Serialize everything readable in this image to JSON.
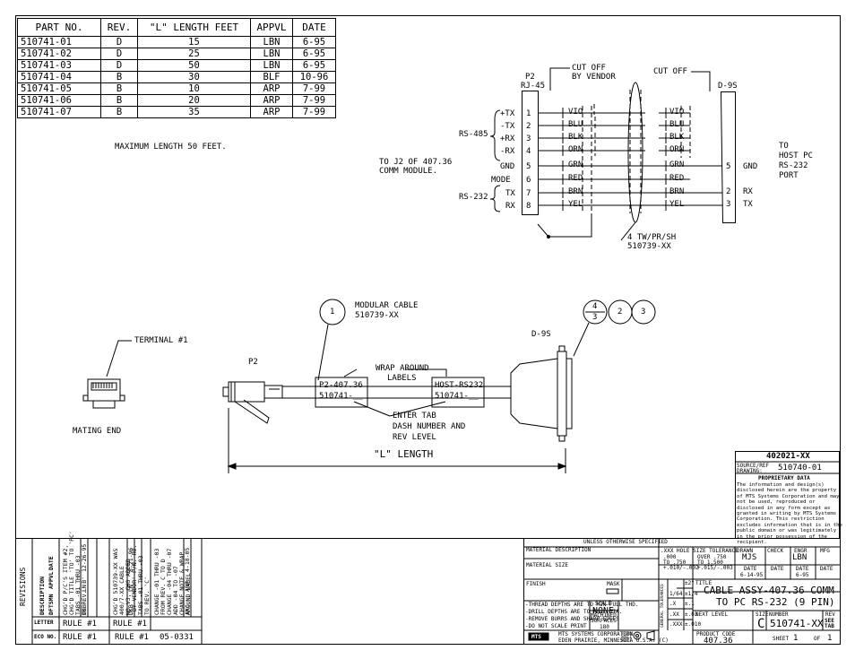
{
  "part_table": {
    "headers": [
      "PART NO.",
      "REV.",
      "\"L\" LENGTH FEET",
      "APPVL",
      "DATE"
    ],
    "rows": [
      [
        "510741-01",
        "D",
        "15",
        "LBN",
        "6-95"
      ],
      [
        "510741-02",
        "D",
        "25",
        "LBN",
        "6-95"
      ],
      [
        "510741-03",
        "D",
        "50",
        "LBN",
        "6-95"
      ],
      [
        "510741-04",
        "B",
        "30",
        "BLF",
        "10-96"
      ],
      [
        "510741-05",
        "B",
        "10",
        "ARP",
        "7-99"
      ],
      [
        "510741-06",
        "B",
        "20",
        "ARP",
        "7-99"
      ],
      [
        "510741-07",
        "B",
        "35",
        "ARP",
        "7-99"
      ]
    ]
  },
  "notes": {
    "max_length": "MAXIMUM LENGTH 50 FEET.",
    "to_j2_line1": "TO J2 OF 407.36",
    "to_j2_line2": "COMM MODULE."
  },
  "schematic": {
    "p2_label": "P2",
    "p2_type": "RJ-45",
    "cut_off_vendor_1": "CUT OFF",
    "cut_off_vendor_2": "BY VENDOR",
    "cut_off": "CUT OFF",
    "d9s_label": "D-9S",
    "rs485": "RS-485",
    "rs232": "RS-232",
    "left_signals": [
      "+TX",
      "-TX",
      "+RX",
      "-RX",
      "GND",
      "MODE",
      "TX",
      "RX"
    ],
    "pins": [
      "1",
      "2",
      "3",
      "4",
      "5",
      "6",
      "7",
      "8"
    ],
    "wire_colors": [
      "VIO",
      "BLU",
      "BLK",
      "ORN",
      "GRN",
      "RED",
      "BRN",
      "YEL"
    ],
    "d9_pins": [
      "5",
      "2",
      "3"
    ],
    "d9_signals": [
      "GND",
      "RX",
      "TX"
    ],
    "to_host": [
      "TO",
      "HOST PC",
      "RS-232",
      "PORT"
    ],
    "cable_note_1": "4 TW/PR/SH",
    "cable_note_2": "510739-XX"
  },
  "assembly": {
    "bubble_1": "1",
    "modular_cable_1": "MODULAR CABLE",
    "modular_cable_2": "510739-XX",
    "terminal_label": "TERMINAL #1",
    "mating_end": "MATING END",
    "p2_label": "P2",
    "wrap_around_1": "WRAP AROUND",
    "wrap_around_2": "LABELS",
    "label_left_1": "P2-407.36",
    "label_left_2": "510741-__",
    "label_right_1": "HOST-RS232",
    "label_right_2": "510741-__",
    "enter_tab_1": "ENTER TAB",
    "enter_tab_2": "DASH NUMBER AND",
    "enter_tab_3": "REV LEVEL",
    "length_label": "\"L\" LENGTH",
    "d9s_label": "D-9S",
    "bubble_4": "4",
    "bubble_3_small": "3",
    "bubble_2": "2",
    "bubble_3": "3"
  },
  "revisions": {
    "title": "REVISIONS",
    "columns": [
      "LETTER",
      "ECO NO.",
      "DESCRIPTION",
      "APPVL",
      "DATE",
      "DFTSMN"
    ],
    "entries": [
      {
        "desc_lines": [
          "CHG'D P/C'S ITEM #2,",
          "CHG'D TITLE 'TO' TO 'PC'",
          "TABS -01 THRU -03",
          "TO REV. 'B'"
        ],
        "dftsmn": "DKB",
        "appvl": "LN",
        "date": "12-26-95",
        "letter": "RULE #1",
        "eco": "RULE #1"
      },
      {
        "desc_lines": [
          "CHG'D 510739-XX WAS",
          "400/7-XX CABLE",
          "NO V3, CHG ADDED",
          "'BY VENDOR' P/N. RO.",
          "TABS -01 THRU -03",
          "TO REV. 'C'"
        ],
        "dftsmn": "DKB",
        "appvl": "LN",
        "date": "8-21-96",
        "letter": "RULE #1",
        "eco": "RULE #1"
      },
      {
        "desc_lines": [
          "CHANGE -01 THRU -03",
          "FROM REV. C TO D",
          "CHANGE -04 THRU -07",
          "ADD -04 TO -07",
          "CHANGE NOTE & WRAP",
          "AROUND LABEL"
        ],
        "dftsmn": "AKC",
        "appvl": "ARP",
        "date": "4-18-05",
        "letter": "",
        "eco": "05-0331"
      }
    ]
  },
  "title_block": {
    "drawing_number": "402021-XX",
    "source_label": "SOURCE/REF DRAWING:",
    "source_ref": "510740-01",
    "proprietary_title": "PROPRIETARY DATA",
    "proprietary_text": "The information and design(s) disclosed herein are the property of MTS Systems Corporation and may not be used, reproduced or disclosed in any form except as granted in writing by MTS Systems Corporation. This restriction excludes information that is in the public domain or was legitimately in the prior possession of the recipient.",
    "unless_specified": "UNLESS OTHERWISE SPECIFIED",
    "material_description": "MATERIAL DESCRIPTION",
    "material_size": "MATERIAL SIZE",
    "finish": "FINISH",
    "mask": "MASK",
    "notes": [
      "-THREAD DEPTHS ARE TO MIN FULL THD.",
      "-DRILL DEPTHS ARE TO FULL DIA.",
      "-REMOVE BURRS AND SHARP EDGES",
      "-DO NOT SCALE PRINT"
    ],
    "scale_label": "SCALE",
    "scale_value": "NONE",
    "machined_surfaces": "MACHINED SURFACES",
    "machined_value": "180",
    "company": "MTS SYSTEMS CORPORATION",
    "company_address": "EDEN PRAIRIE, MINNESOTA U.S.A. (C)",
    "logo": "MTS",
    "third_angle": "THIRD ANGLE PROJ.",
    "hole_size_header": ".XXX HOLE SIZE TOLERANCE",
    "hole_tol": [
      [
        ".000",
        "OVER .750"
      ],
      [
        "TO .750",
        "TO 1.500"
      ],
      [
        "+.010/-.002",
        "+.015/-.003"
      ]
    ],
    "general_tolerances": "GENERAL TOLERANCES",
    "tolerances": [
      [
        "",
        "±2°"
      ],
      [
        "1/64",
        "±1/4"
      ],
      [
        ".X",
        "±.1"
      ],
      [
        ".XX",
        "±.03"
      ],
      [
        ".XXX",
        "±.010"
      ]
    ],
    "drawn_label": "DRAWN",
    "drawn_value": "MJS",
    "check_label": "CHECK",
    "check_value": "",
    "engr_label": "ENGR",
    "engr_value": "LBN",
    "mfg_label": "MFG",
    "date_label": "DATE",
    "drawn_date": "6-14-95",
    "engr_date": "6-95",
    "title_label": "TITLE",
    "title_line1": "CABLE ASSY-407.36 COMM",
    "title_line2": "TO PC RS-232 (9 PIN)",
    "next_level_label": "NEXT LEVEL",
    "product_code_label": "PRODUCT CODE",
    "product_code": "407.36",
    "size_label": "SIZE",
    "size_value": "C",
    "number_label": "NUMBER",
    "number_value": "510741-XX",
    "rev_label": "REV",
    "rev_value": "SEE TAB",
    "sheet_label": "SHEET",
    "sheet_value": "1",
    "of_label": "OF",
    "of_value": "1"
  }
}
